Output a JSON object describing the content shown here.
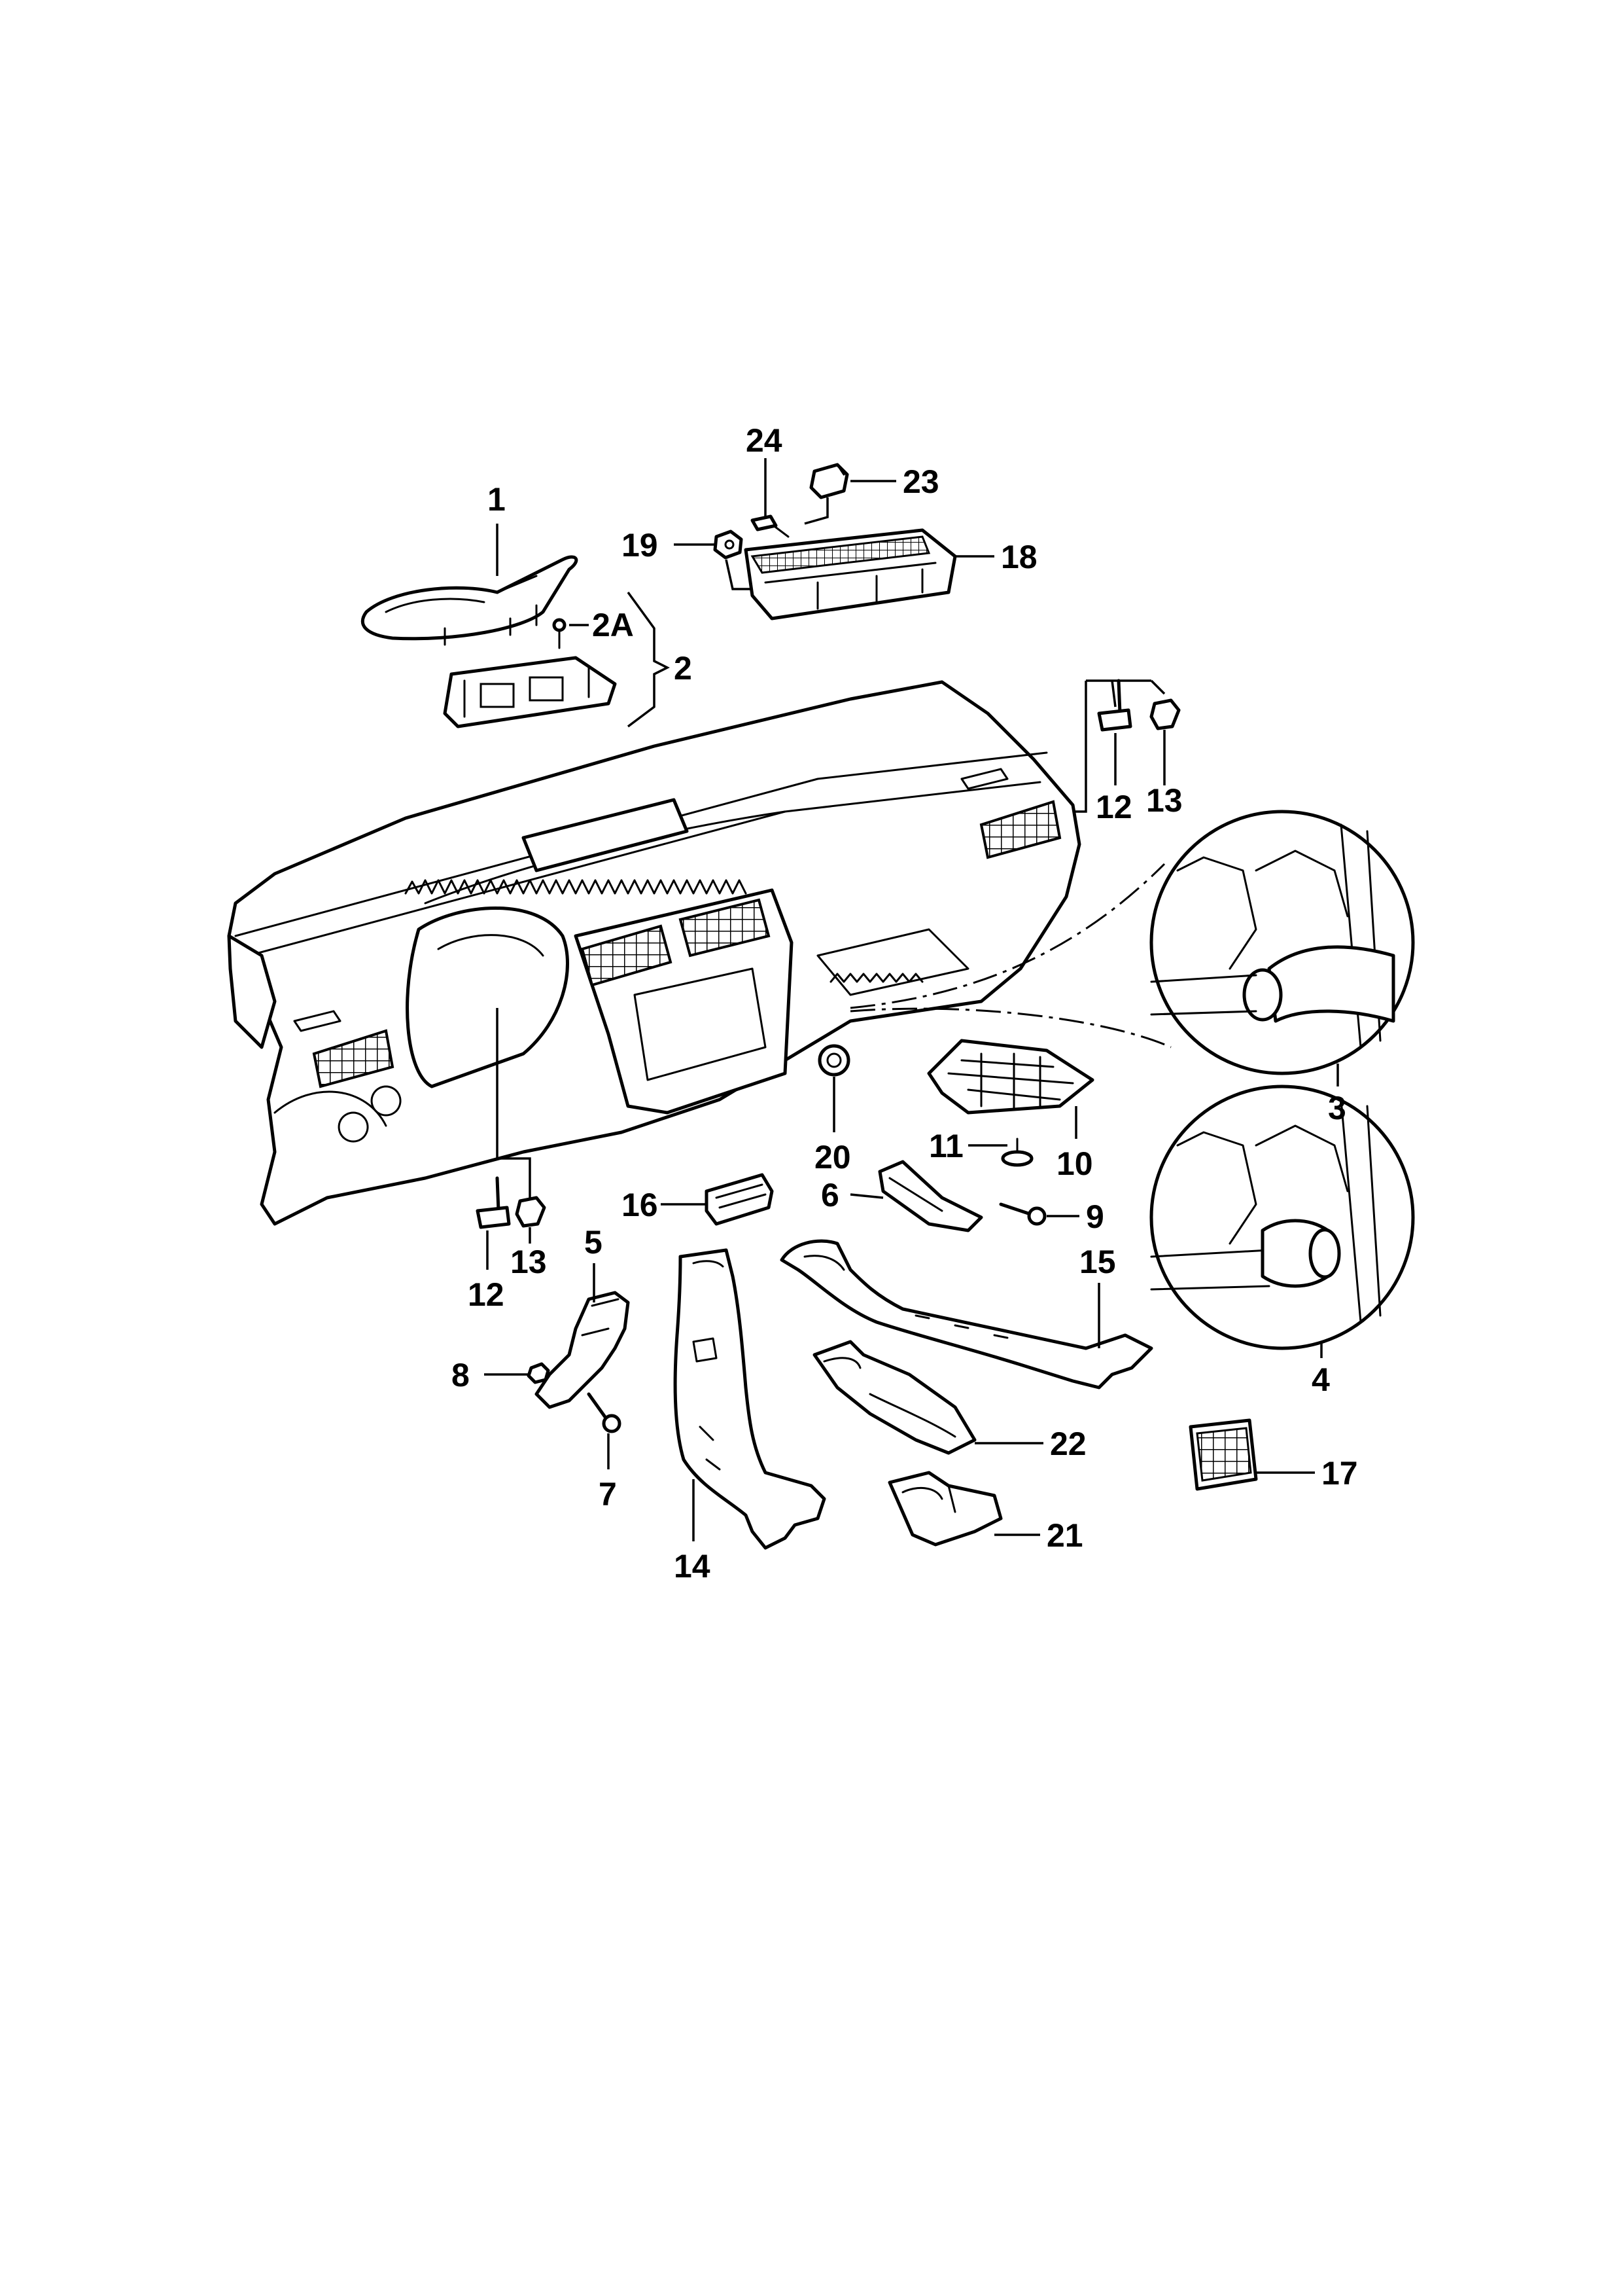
{
  "callouts": {
    "c1": "1",
    "c2": "2",
    "c2a": "2A",
    "c3": "3",
    "c4": "4",
    "c5": "5",
    "c6": "6",
    "c7": "7",
    "c8": "8",
    "c9": "9",
    "c10": "10",
    "c11": "11",
    "c12a": "12",
    "c12b": "12",
    "c13a": "13",
    "c13b": "13",
    "c14": "14",
    "c15": "15",
    "c16": "16",
    "c17": "17",
    "c18": "18",
    "c19": "19",
    "c20": "20",
    "c21": "21",
    "c22": "22",
    "c23": "23",
    "c24": "24"
  },
  "colors": {
    "line": "#000000",
    "background": "#ffffff"
  }
}
